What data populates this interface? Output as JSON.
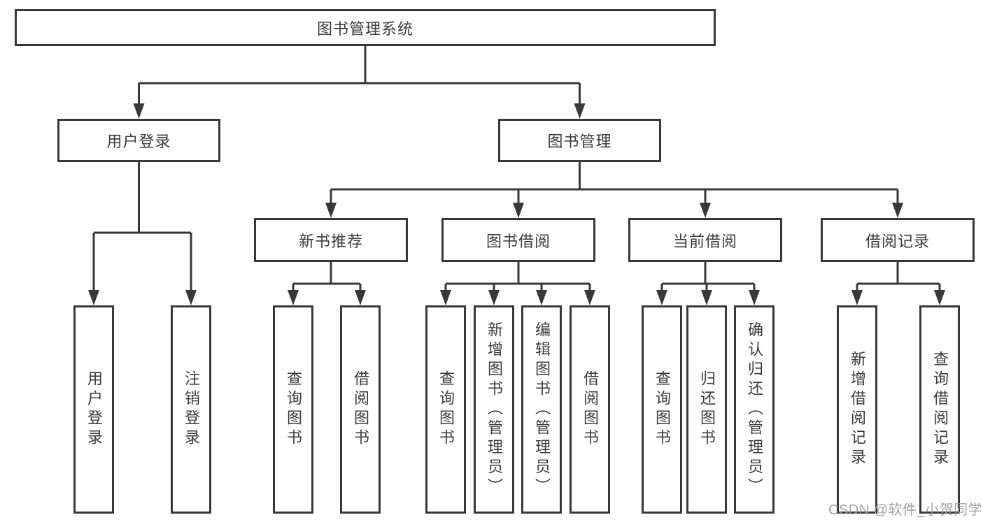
{
  "tree": {
    "root": {
      "label": "图书管理系统",
      "children": [
        {
          "label": "用户登录",
          "children": [
            {
              "label": "用户登录"
            },
            {
              "label": "注销登录"
            }
          ]
        },
        {
          "label": "图书管理",
          "children": [
            {
              "label": "新书推荐",
              "children": [
                {
                  "label": "查询图书"
                },
                {
                  "label": "借阅图书"
                }
              ]
            },
            {
              "label": "图书借阅",
              "children": [
                {
                  "label": "查询图书"
                },
                {
                  "label": "新增图书（管理员）"
                },
                {
                  "label": "编辑图书（管理员）"
                },
                {
                  "label": "借阅图书"
                }
              ]
            },
            {
              "label": "当前借阅",
              "children": [
                {
                  "label": "查询图书"
                },
                {
                  "label": "归还图书"
                },
                {
                  "label": "确认归还（管理员）"
                }
              ]
            },
            {
              "label": "借阅记录",
              "children": [
                {
                  "label": "新增借阅记录"
                },
                {
                  "label": "查询借阅记录"
                }
              ]
            }
          ]
        }
      ]
    }
  },
  "watermark": "CSDN @软件_小贺同学",
  "colors": {
    "line": "#383838",
    "box_border": "#383838",
    "text": "#3b3b3b",
    "background": "#ffffff",
    "watermark": "#9e9e9e"
  }
}
